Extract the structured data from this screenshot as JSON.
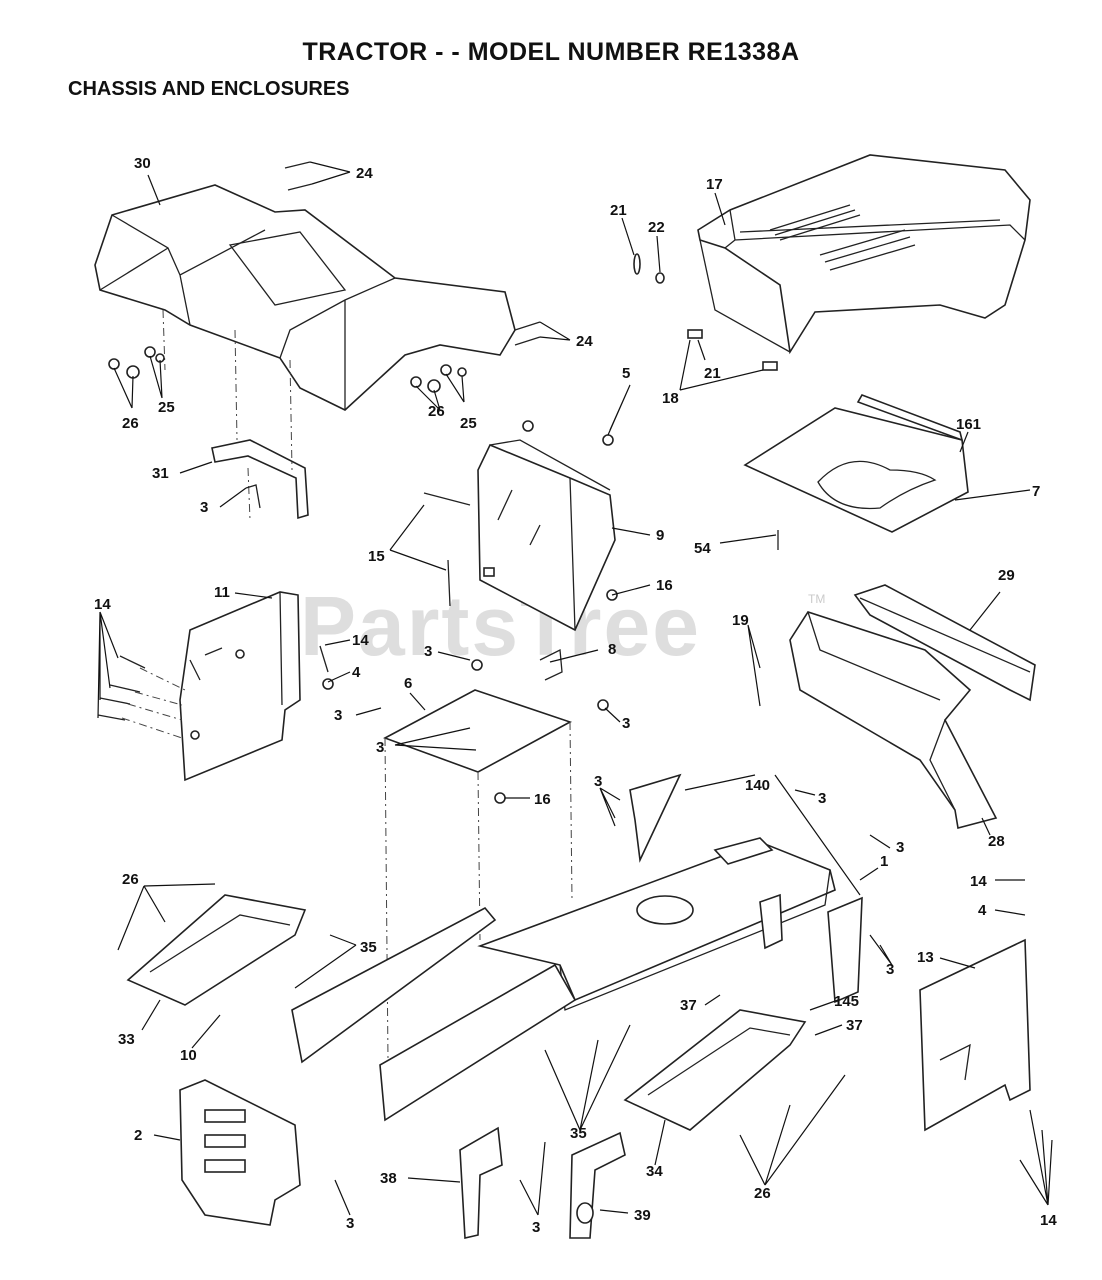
{
  "page": {
    "title": "TRACTOR - - MODEL NUMBER RE1338A",
    "subtitle": "CHASSIS AND ENCLOSURES",
    "watermark": "PartsTree",
    "watermark_tm": "TM"
  },
  "callouts": {
    "c30": "30",
    "c24a": "24",
    "c24b": "24",
    "c26a": "26",
    "c25a": "25",
    "c26b": "26",
    "c25b": "25",
    "c31": "31",
    "c3a": "3",
    "c17": "17",
    "c21a": "21",
    "c22": "22",
    "c21b": "21",
    "c18": "18",
    "c5": "5",
    "c161": "161",
    "c7": "7",
    "c54": "54",
    "c9": "9",
    "c15": "15",
    "c16a": "16",
    "c11": "11",
    "c14a": "14",
    "c14b": "14",
    "c4a": "4",
    "c3b": "3",
    "c8": "8",
    "c6": "6",
    "c3c": "3",
    "c3d": "3",
    "c3e": "3",
    "c16b": "16",
    "c29": "29",
    "c19": "19",
    "c28": "28",
    "c3f": "3",
    "c140": "140",
    "c3g": "3",
    "c3h": "3",
    "c1": "1",
    "c26c": "26",
    "c35a": "35",
    "c33": "33",
    "c10": "10",
    "c14c": "14",
    "c4b": "4",
    "c13": "13",
    "c3i": "3",
    "c145": "145",
    "c37a": "37",
    "c37b": "37",
    "c2": "2",
    "c3j": "3",
    "c38": "38",
    "c35b": "35",
    "c34": "34",
    "c26d": "26",
    "c3k": "3",
    "c39": "39",
    "c14d": "14"
  }
}
